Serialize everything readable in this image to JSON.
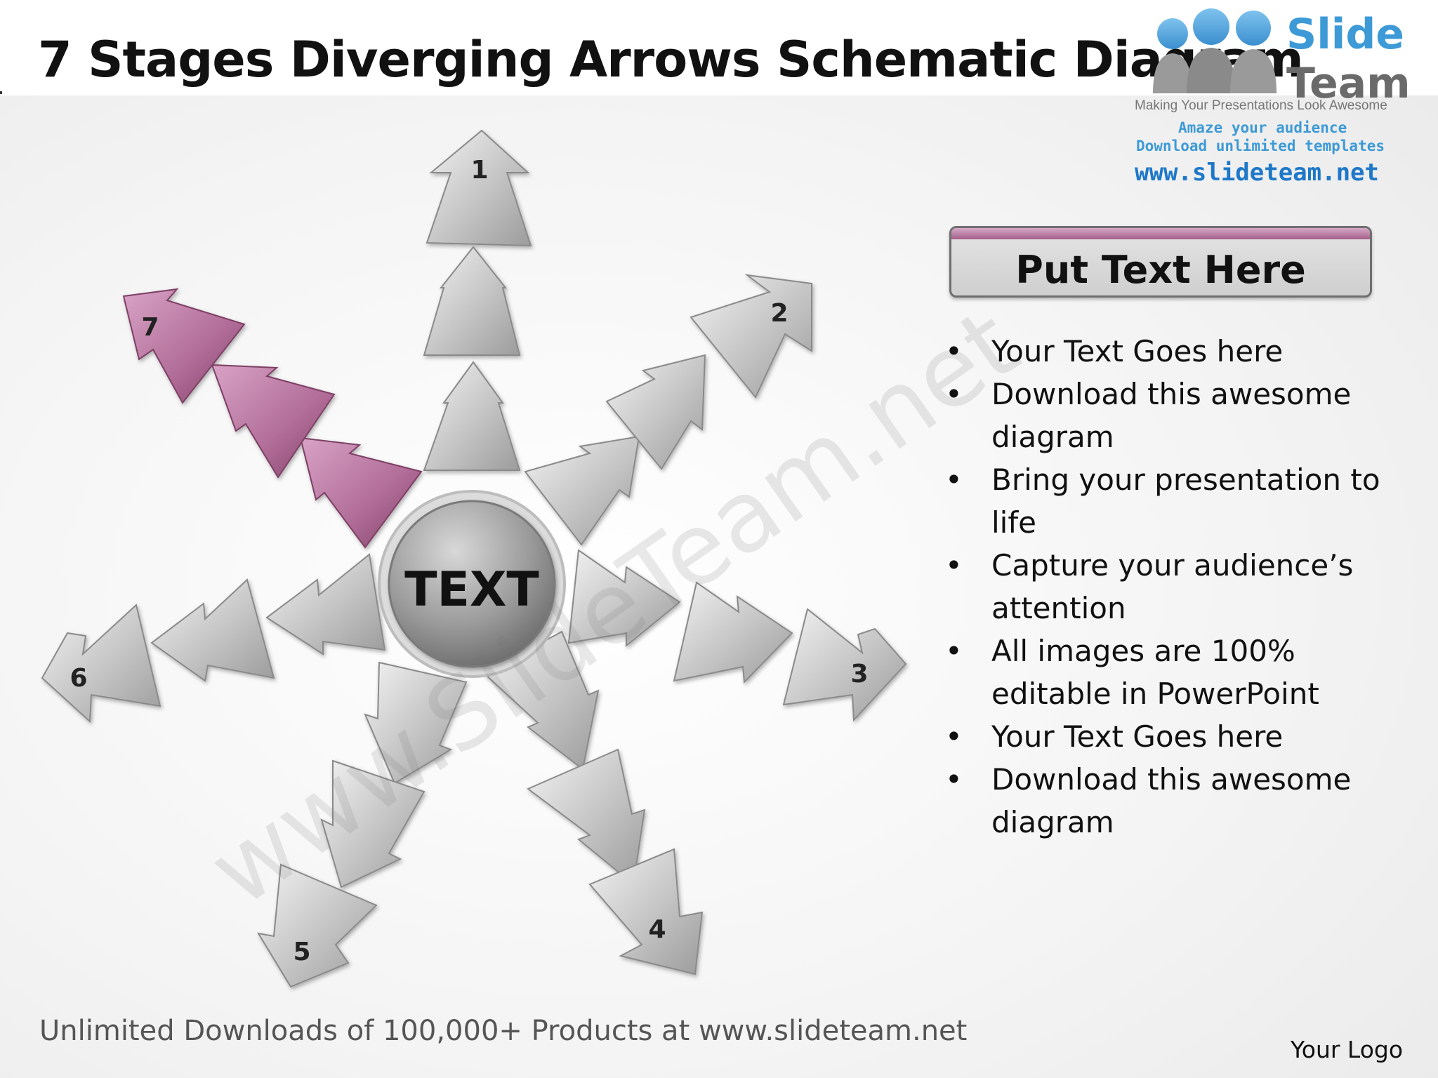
{
  "title": "7 Stages Diverging Arrows Schematic Diagram",
  "logo": {
    "brand_line1": "Slide",
    "brand_line2": "Team",
    "tagline": "Making Your Presentations Look Awesome",
    "promo_line1": "Amaze your audience",
    "promo_line2": "Download unlimited templates",
    "url": "www.slideteam.net"
  },
  "diagram": {
    "hub_label": "TEXT",
    "stages": [
      {
        "number": "1",
        "highlighted": false
      },
      {
        "number": "2",
        "highlighted": false
      },
      {
        "number": "3",
        "highlighted": false
      },
      {
        "number": "4",
        "highlighted": false
      },
      {
        "number": "5",
        "highlighted": false
      },
      {
        "number": "6",
        "highlighted": false
      },
      {
        "number": "7",
        "highlighted": true
      }
    ],
    "colors": {
      "arrow_fill": "#c9c9c9",
      "arrow_highlight": "#b8739e",
      "hub": "#8a8a8a"
    }
  },
  "watermark": "www.SlideTeam.net",
  "panel": {
    "header": "Put Text Here",
    "bullets": [
      "Your Text Goes here",
      "Download this awesome diagram",
      "Bring your presentation to life",
      "Capture your audience’s attention",
      "All images are 100% editable in PowerPoint",
      "Your Text Goes here",
      "Download this awesome diagram"
    ]
  },
  "footer": "Unlimited Downloads of 100,000+ Products at www.slideteam.net",
  "your_logo": "Your Logo"
}
